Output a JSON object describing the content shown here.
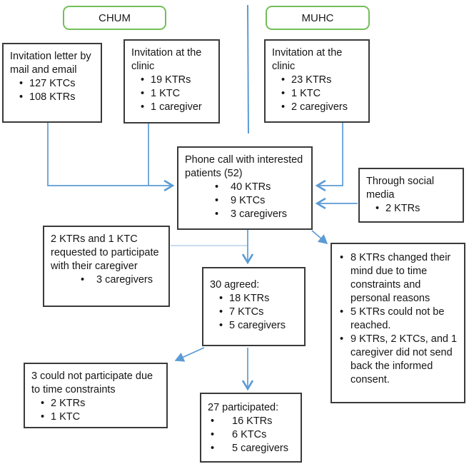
{
  "colors": {
    "arrow_blue": "#5B9BD5",
    "arrow_light_blue": "#A8C6E7",
    "hospital_green": "#74BE58",
    "box_border": "#3A3A3A",
    "text": "#151515"
  },
  "labels": {
    "chum": "CHUM",
    "muhc": "MUHC"
  },
  "boxes": {
    "invitation_mail": {
      "title": "Invitation letter by mail and email",
      "bullets": [
        "127 KTCs",
        "108 KTRs"
      ]
    },
    "invitation_clinic_chum": {
      "title": "Invitation at the clinic",
      "bullets": [
        "19 KTRs",
        "1 KTC",
        "1 caregiver"
      ]
    },
    "invitation_clinic_muhc": {
      "title": "Invitation at the clinic",
      "bullets": [
        "23 KTRs",
        "1 KTC",
        "2 caregivers"
      ]
    },
    "phone_call": {
      "title": "Phone call with interested patients (52)",
      "bullets": [
        "40 KTRs",
        "9 KTCs",
        "3 caregivers"
      ]
    },
    "social_media": {
      "title": "Through social media",
      "bullets": [
        "2 KTRs"
      ]
    },
    "requested_caregiver": {
      "title": "2 KTRs and 1 KTC requested to participate with their caregiver",
      "bullets": [
        "3 caregivers"
      ]
    },
    "agreed": {
      "title": "30 agreed:",
      "bullets": [
        "18 KTRs",
        "7 KTCs",
        "5 caregivers"
      ]
    },
    "dropouts": {
      "bullets": [
        "8 KTRs changed their mind due to time constraints and personal reasons",
        "5 KTRs could not be reached.",
        "9 KTRs, 2 KTCs, and 1 caregiver did not send back the informed consent."
      ]
    },
    "could_not_participate": {
      "title": "3 could not participate due to time constraints",
      "bullets": [
        "2 KTRs",
        "1 KTC"
      ]
    },
    "participated": {
      "title": "27 participated:",
      "bullets": [
        "16 KTRs",
        "6 KTCs",
        "5 caregivers"
      ]
    }
  },
  "bullet_glyph": "•"
}
